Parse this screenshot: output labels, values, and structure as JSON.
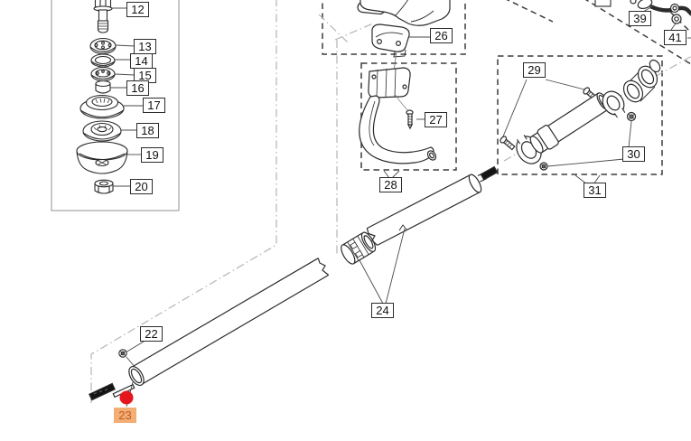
{
  "diagram": {
    "type": "exploded-parts-diagram",
    "callouts": [
      {
        "label": "12"
      },
      {
        "label": "13"
      },
      {
        "label": "14"
      },
      {
        "label": "15"
      },
      {
        "label": "16"
      },
      {
        "label": "17"
      },
      {
        "label": "18"
      },
      {
        "label": "19"
      },
      {
        "label": "20"
      },
      {
        "label": "22"
      },
      {
        "label": "23",
        "highlighted": true
      },
      {
        "label": "24"
      },
      {
        "label": "26"
      },
      {
        "label": "27"
      },
      {
        "label": "28"
      },
      {
        "label": "29"
      },
      {
        "label": "30"
      },
      {
        "label": "31"
      },
      {
        "label": "39"
      },
      {
        "label": "41"
      }
    ],
    "highlight": {
      "callout_label": "23",
      "background": "#F2AE74",
      "text_color": "#C05A1E",
      "marker": "red-dot",
      "marker_color": "#E3171D"
    }
  }
}
